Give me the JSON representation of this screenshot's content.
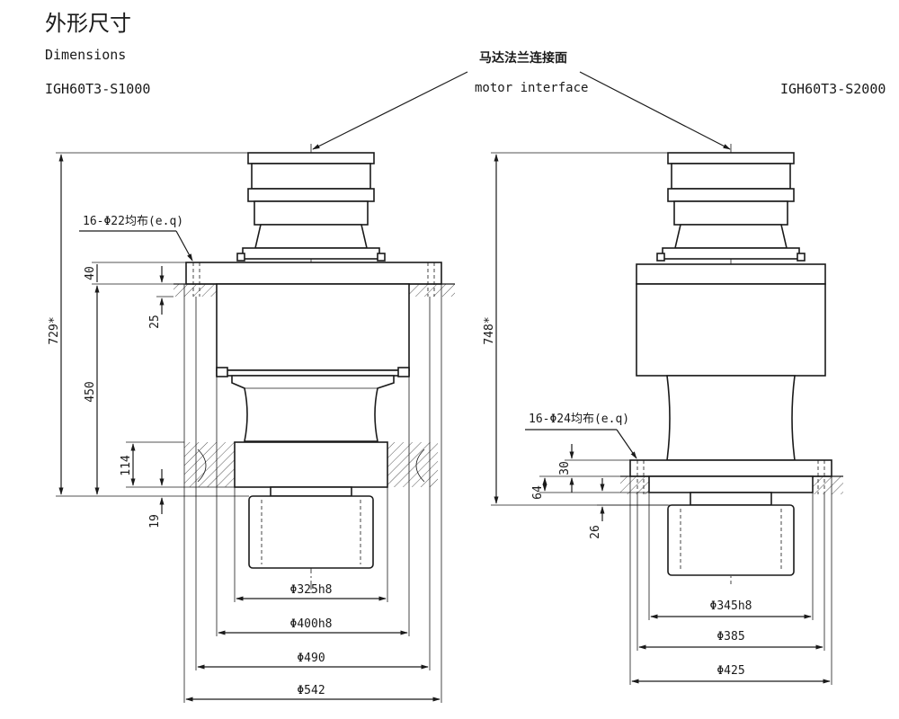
{
  "header": {
    "title_cn": "外形尺寸",
    "title_en": "Dimensions",
    "model_left": "IGH60T3-S1000",
    "model_right": "IGH60T3-S2000"
  },
  "callout": {
    "label_cn": "马达法兰连接面",
    "label_en": "motor interface"
  },
  "left_view": {
    "hole_note": "16-Φ22均布(e.q)",
    "overall_height": "729*",
    "dim_40": "40",
    "dim_25": "25",
    "dim_450": "450",
    "dim_114": "114",
    "dim_19": "19",
    "dia_325": "Φ325h8",
    "dia_400": "Φ400h8",
    "dia_490": "Φ490",
    "dia_542": "Φ542"
  },
  "right_view": {
    "hole_note": "16-Φ24均布(e.q)",
    "overall_height": "748*",
    "dim_30": "30",
    "dim_64": "64",
    "dim_26": "26",
    "dia_345": "Φ345h8",
    "dia_385": "Φ385",
    "dia_425": "Φ425"
  }
}
